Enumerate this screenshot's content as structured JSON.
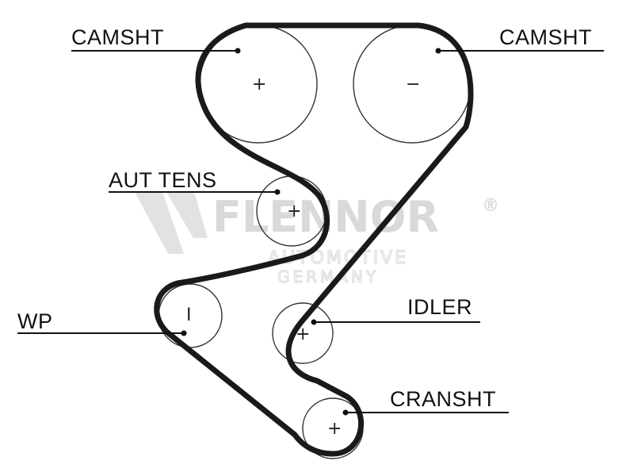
{
  "watermark": {
    "brand": "FLENNOR",
    "registered": "®",
    "line1": "AUTOMOTIVE",
    "line2": "GERMANY"
  },
  "labels": {
    "camshaft_left": "CAMSHT",
    "camshaft_right": "CAMSHT",
    "auto_tensioner": "AUT TENS",
    "idler": "IDLER",
    "water_pump": "WP",
    "crankshaft": "CRANSHT"
  },
  "pulley_marks": {
    "camshaft_left": "+",
    "camshaft_right": "−",
    "auto_tensioner": "+",
    "water_pump": "I",
    "idler": "+",
    "crankshaft": "+"
  },
  "colors": {
    "belt": "#1a1a1a",
    "pulley_outline": "#333333",
    "watermark": "#d9d9d9"
  }
}
